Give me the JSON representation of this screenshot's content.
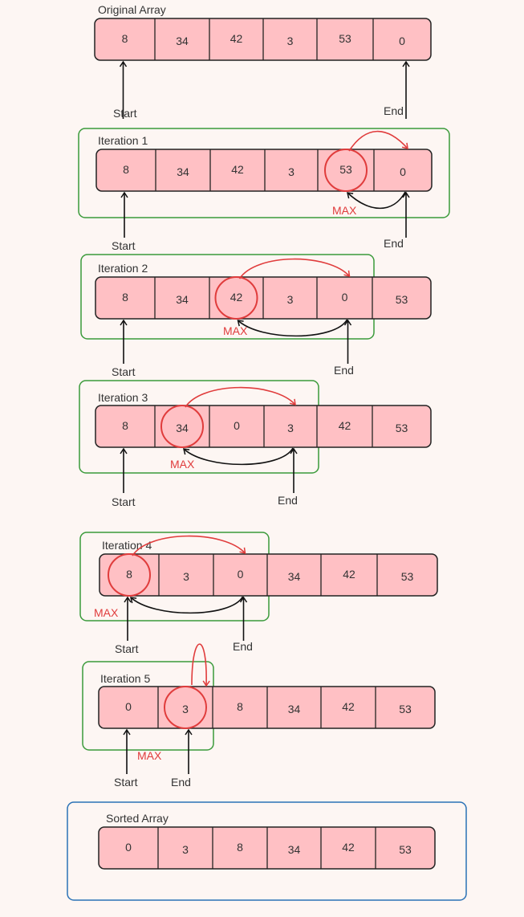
{
  "colors": {
    "background": "#fdf6f3",
    "cell_fill": "#ffc0c4",
    "cell_stroke": "#222222",
    "frame_green": "#3a9a3a",
    "frame_blue": "#2a72b6",
    "highlight_red": "#e03c3c",
    "text": "#333333",
    "pointer": "#111111"
  },
  "labels": {
    "start": "Start",
    "end": "End",
    "max": "MAX"
  },
  "sections": [
    {
      "title": "Original Array",
      "values": [
        "8",
        "34",
        "42",
        "3",
        "53",
        "0"
      ],
      "framed": false,
      "frame_color": null,
      "frame_cells": 0,
      "max_index": null,
      "start_index": 0,
      "end_index": 5
    },
    {
      "title": "Iteration 1",
      "values": [
        "8",
        "34",
        "42",
        "3",
        "53",
        "0"
      ],
      "framed": true,
      "frame_color": "green",
      "frame_cells": 6,
      "max_index": 4,
      "swap_with": 5,
      "start_index": 0,
      "end_index": 5
    },
    {
      "title": "Iteration 2",
      "values": [
        "8",
        "34",
        "42",
        "3",
        "0",
        "53"
      ],
      "framed": true,
      "frame_color": "green",
      "frame_cells": 5,
      "max_index": 2,
      "swap_with": 4,
      "start_index": 0,
      "end_index": 4
    },
    {
      "title": "Iteration 3",
      "values": [
        "8",
        "34",
        "0",
        "3",
        "42",
        "53"
      ],
      "framed": true,
      "frame_color": "green",
      "frame_cells": 4,
      "max_index": 1,
      "swap_with": 3,
      "start_index": 0,
      "end_index": 3
    },
    {
      "title": "Iteration 4",
      "values": [
        "8",
        "3",
        "0",
        "34",
        "42",
        "53"
      ],
      "framed": true,
      "frame_color": "green",
      "frame_cells": 3,
      "max_index": 0,
      "swap_with": 2,
      "start_index": 0,
      "end_index": 2
    },
    {
      "title": "Iteration 5",
      "values": [
        "0",
        "3",
        "8",
        "34",
        "42",
        "53"
      ],
      "framed": true,
      "frame_color": "green",
      "frame_cells": 2,
      "max_index": 1,
      "swap_with": 1,
      "start_index": 0,
      "end_index": 1
    },
    {
      "title": "Sorted Array",
      "values": [
        "0",
        "3",
        "8",
        "34",
        "42",
        "53"
      ],
      "framed": true,
      "frame_color": "blue",
      "frame_cells": 6,
      "max_index": null,
      "start_index": null,
      "end_index": null
    }
  ]
}
